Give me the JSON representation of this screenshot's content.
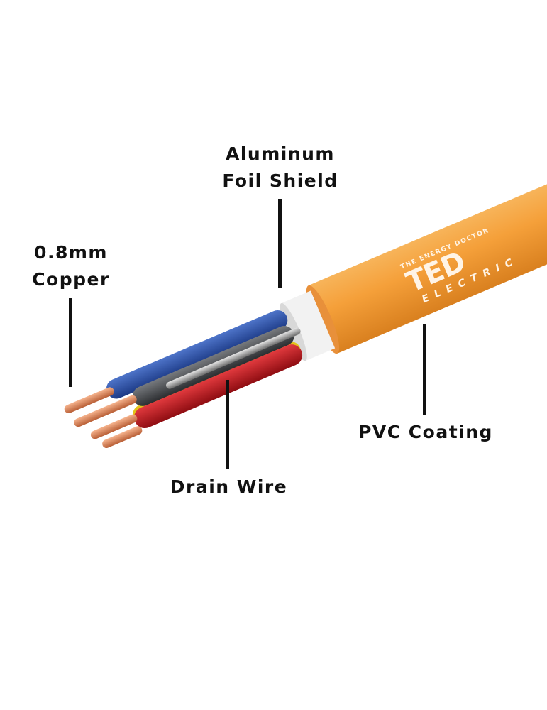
{
  "labels": {
    "foil_shield": [
      "Aluminum",
      "Foil Shield"
    ],
    "copper": [
      "0.8mm",
      "Copper"
    ],
    "drain_wire": "Drain Wire",
    "pvc_coating": "PVC Coating"
  },
  "logo": {
    "tagline": "THE ENERGY DOCTOR",
    "brand": "TED",
    "sub": "ELECTRIC"
  },
  "colors": {
    "jacket": "#f5a03a",
    "blue_wire": "#2a4fa8",
    "grey_wire": "#4a4c4f",
    "red_wire": "#c4161c",
    "copper": "#e38a5c",
    "foil": "#f2f2f2"
  }
}
